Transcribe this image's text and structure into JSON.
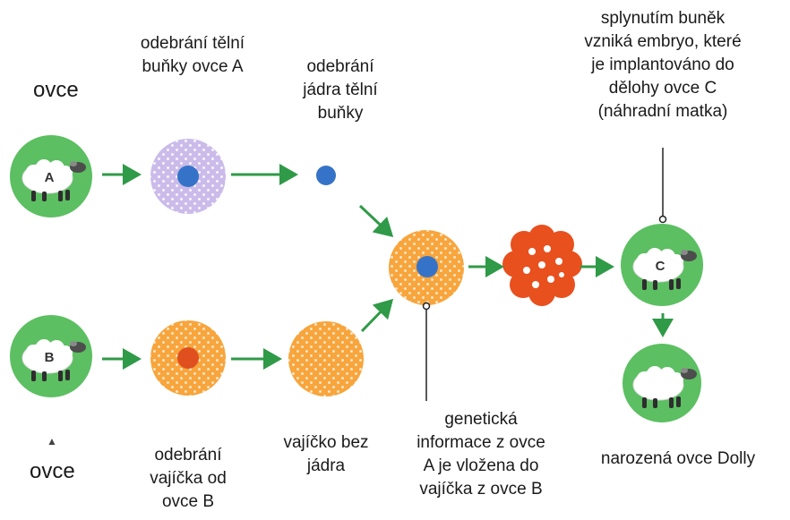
{
  "labels": {
    "sheep_a_group": "ovce",
    "sheep_b_group": "ovce",
    "triangle_marker": "▲",
    "step_body_cell": [
      "odebrání tělní",
      "buňky ovce A"
    ],
    "step_nucleus": [
      "odebrání",
      "jádra tělní",
      "buňky"
    ],
    "step_egg": [
      "odebrání",
      "vajíčka od",
      "ovce B"
    ],
    "step_egg_no_nucleus": [
      "vajíčko bez",
      "jádra"
    ],
    "step_genetic": [
      "genetická",
      "informace z ovce",
      "A je vložena do",
      "vajíčka z ovce B"
    ],
    "step_embryo": [
      "splynutím buněk",
      "vzniká embryo, které",
      "je implantováno do",
      "dělohy ovce C",
      "(náhradní matka)"
    ],
    "result": "narozená ovce Dolly"
  },
  "sheep": {
    "a_letter": "A",
    "b_letter": "B",
    "c_letter": "C"
  },
  "colors": {
    "green": "#5cbf62",
    "arrow": "#2f9a47",
    "lilac": "#cbbbea",
    "orange": "#f7a53c",
    "nucleus_blue": "#3573c8",
    "nucleus_red": "#e0501f",
    "embryo": "#e8501e"
  }
}
